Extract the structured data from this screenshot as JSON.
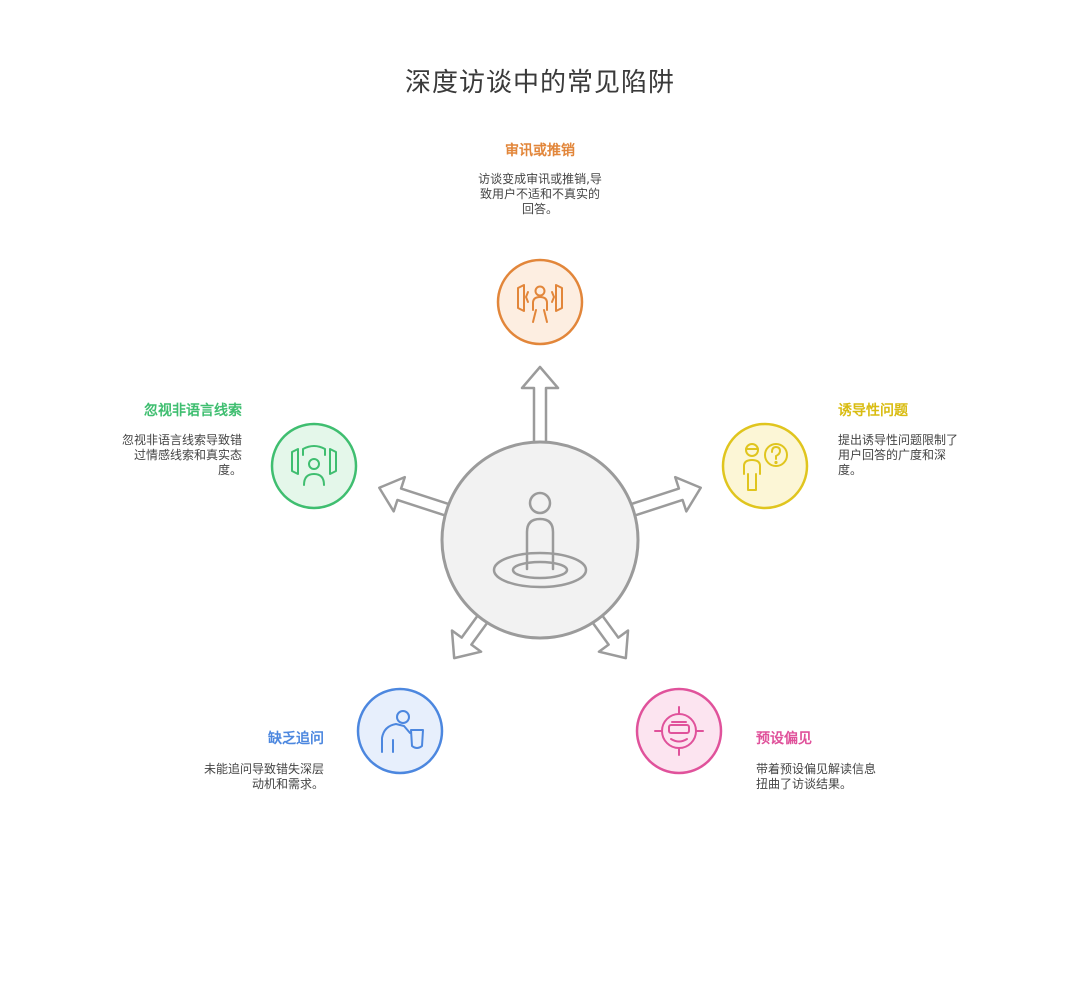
{
  "title": "深度访谈中的常见陷阱",
  "items": [
    {
      "label": "审讯或推销",
      "desc_lines": [
        "访谈变成审讯或推销,导",
        "致用户不适和不真实的",
        "回答。"
      ],
      "color": "#e2863a",
      "fill": "#fdeee1",
      "icon": "interrogation-icon"
    },
    {
      "label": "诱导性问题",
      "desc_lines": [
        "提出诱导性问题限制了",
        "用户回答的广度和深",
        "度。"
      ],
      "color": "#e0c51e",
      "fill": "#fcf6d6",
      "icon": "question-person-icon"
    },
    {
      "label": "预设偏见",
      "desc_lines": [
        "带着预设偏见解读信息",
        "扭曲了访谈结果。"
      ],
      "color": "#e0529b",
      "fill": "#fce4f0",
      "icon": "biased-target-icon"
    },
    {
      "label": "缺乏追问",
      "desc_lines": [
        "未能追问导致错失深层",
        "动机和需求。"
      ],
      "color": "#4c87df",
      "fill": "#e7effc",
      "icon": "person-cup-icon"
    },
    {
      "label": "忽视非语言线索",
      "desc_lines": [
        "忽视非语言线索导致错",
        "过情感线索和真实态",
        "度。"
      ],
      "color": "#3fbe70",
      "fill": "#e4f7ea",
      "icon": "nonverbal-cues-icon"
    }
  ],
  "hub_icon": "person-in-target-icon"
}
